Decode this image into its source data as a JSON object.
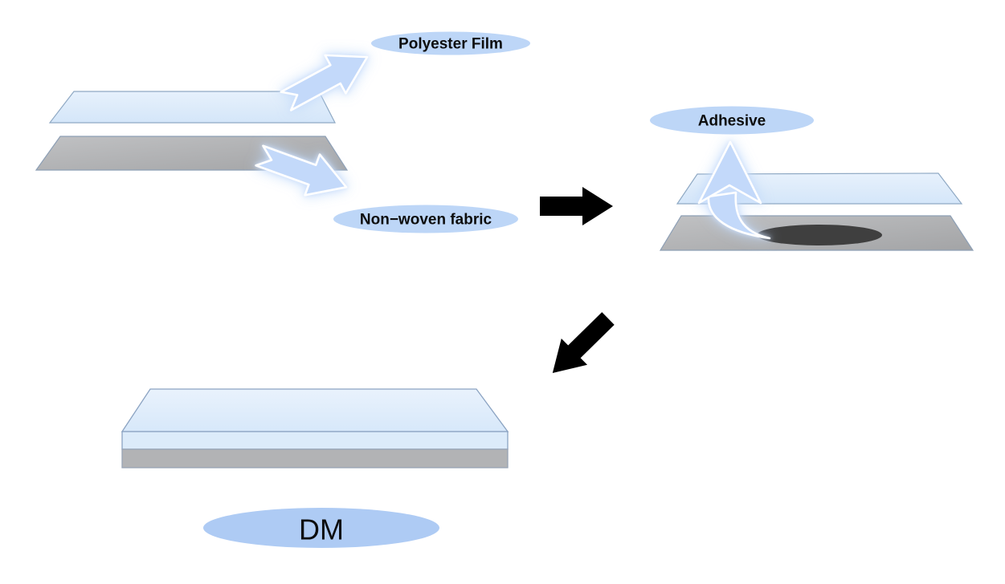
{
  "slide": {
    "background": "#ffffff",
    "diagram_type": "process-flow",
    "steps": {
      "materials": {
        "film_label": "Polyester Film",
        "fabric_label": "Non−woven fabric"
      },
      "bonding": {
        "adhesive_label": "Adhesive"
      },
      "result": {
        "dm_label": "DM"
      }
    },
    "colors": {
      "film_sheet_fill": "#dcebfa",
      "film_sheet_border": "#8fa9c4",
      "fabric_sheet_fill": "#b2b3b5",
      "fabric_sheet_border": "#8d9fb5",
      "callout_ellipse_fill": "#bdd6f7",
      "dm_ellipse_fill": "#aecbf4",
      "blue_arrow_fill": "#c3d9fa",
      "black_arrow_fill": "#000000",
      "adhesive_spot_fill": "#3f3f3f",
      "text_color": "#0d0d0d"
    }
  }
}
